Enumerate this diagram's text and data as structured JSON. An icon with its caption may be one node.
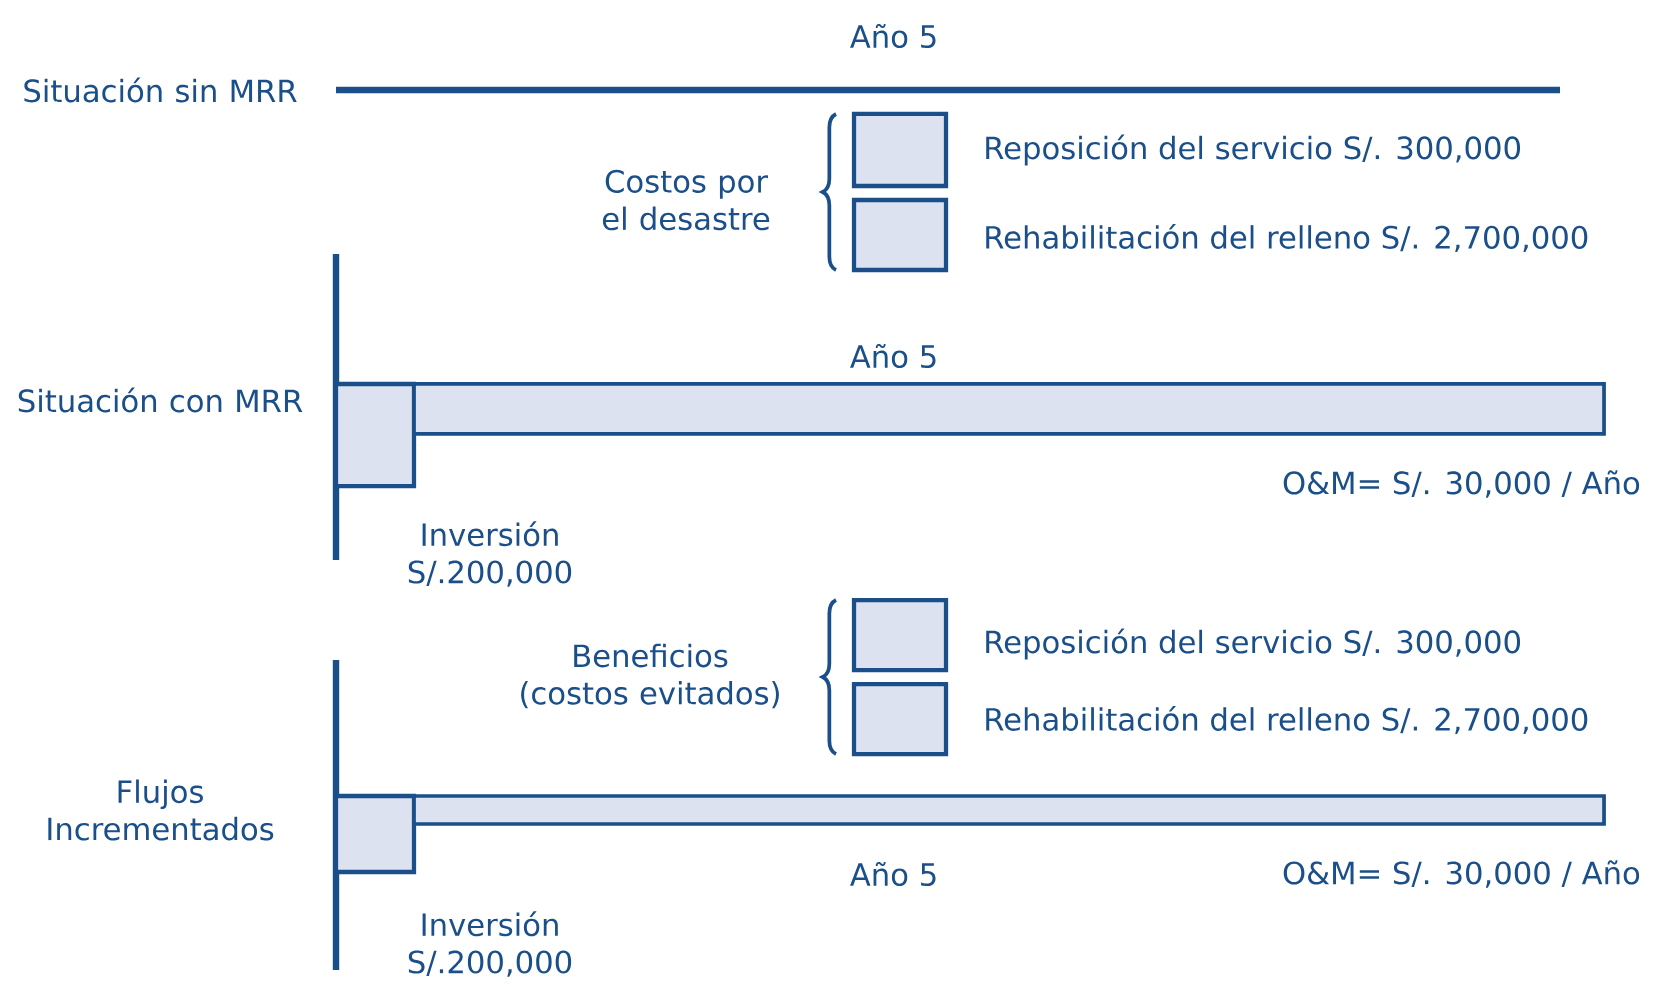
{
  "diagram": {
    "nodes": [
      {
        "text": [],
        "shape": "box",
        "beside": [
          "Reposición del servicio S/. 300,000"
        ]
      },
      {
        "text": [],
        "shape": "box",
        "beside": [
          "Rehabilitación del relleno S/. 2,700,000"
        ]
      },
      {
        "text": [],
        "shape": "box",
        "beside": [
          "Inversión S/.200,000"
        ]
      },
      {
        "text": [],
        "shape": "bar",
        "beside": [
          "O&M= S/. 30,000 / Año"
        ]
      },
      {
        "text": [],
        "shape": "box",
        "beside": [
          "Reposición del servicio S/. 300,000"
        ]
      },
      {
        "text": [],
        "shape": "box",
        "beside": [
          "Rehabilitación del relleno S/. 2,700,000"
        ]
      },
      {
        "text": [],
        "shape": "box",
        "beside": [
          "Inversión S/.200,000"
        ]
      },
      {
        "text": [],
        "shape": "bar",
        "beside": [
          "O&M= S/. 30,000 / Año"
        ]
      }
    ],
    "labels": [
      "Año 5",
      "Situación sin MRR",
      "Costos por el desastre",
      "Año 5",
      "Situación con MRR",
      "Beneficios (costos evitados)",
      "Flujos Incrementados",
      "Año 5"
    ]
  }
}
